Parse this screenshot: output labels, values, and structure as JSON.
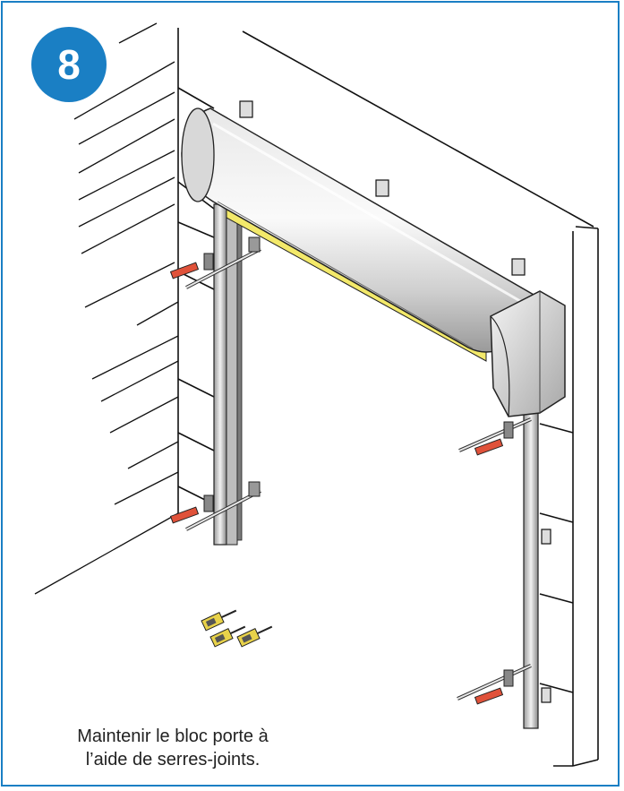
{
  "step": {
    "number": "8"
  },
  "caption": {
    "line1": "Maintenir le bloc porte à",
    "line2": "l’aide de serres-joints."
  },
  "colors": {
    "border": "#1a7fc4",
    "badge": "#1a7fc4",
    "clamp_handle": "#e0523a",
    "door_seal": "#f3e96a"
  },
  "icons": {
    "illustration": "roller-door-installation-illustration",
    "clamp": "bar-clamp-icon"
  }
}
